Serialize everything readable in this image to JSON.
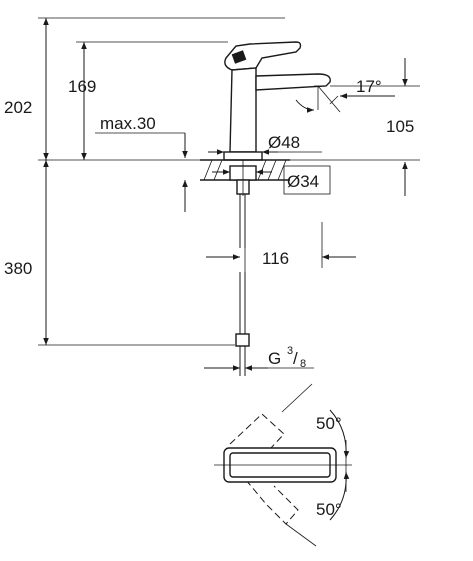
{
  "labels": {
    "total_height": "202",
    "spout_height": "169",
    "max_thickness": "max.30",
    "angle_spout": "17°",
    "reach_height": "105",
    "base_diameter": "Ø48",
    "hole_diameter": "Ø34",
    "hose_length": "380",
    "reach": "116",
    "thread_g": "G",
    "thread_num": "3",
    "thread_den": "8",
    "lever_up": "50°",
    "lever_down": "50°"
  }
}
